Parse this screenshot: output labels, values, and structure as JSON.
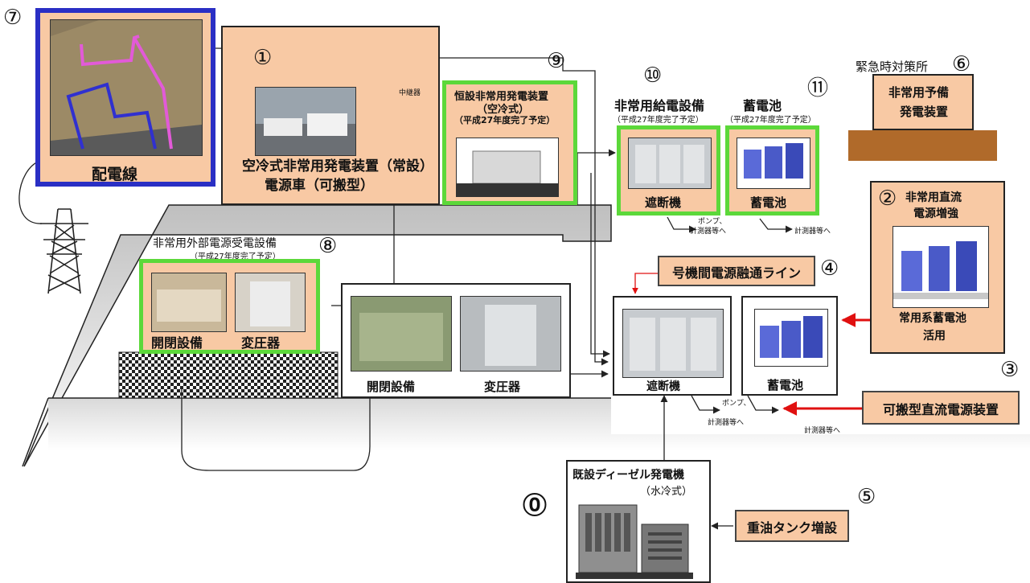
{
  "markers": {
    "n0": "⓪",
    "n1": "①",
    "n2": "②",
    "n3": "③",
    "n4": "④",
    "n5": "⑤",
    "n6": "⑥",
    "n7": "⑦",
    "n8": "⑧",
    "n9": "⑨",
    "n10": "⑩",
    "n11": "⑪"
  },
  "distribution_line": {
    "label": "配電線"
  },
  "relay": {
    "label": "中継器"
  },
  "aircooled_generator": {
    "line1": "空冷式非常用発電装置（常設）",
    "line2": "電源車（可搬型）"
  },
  "permanent_generator": {
    "line1": "恒設非常用発電装置",
    "line2": "（空冷式）",
    "line3": "（平成27年度完了予定）"
  },
  "emergency_power_supply": {
    "title": "非常用給電設備",
    "note": "（平成27年度完了予定）",
    "label": "遮断機"
  },
  "battery_top": {
    "title": "蓄電池",
    "note": "（平成27年度完了予定）",
    "label": "蓄電池"
  },
  "pump_note": {
    "line1": "ポンプ、",
    "line2": "計測器等へ",
    "meter": "計測器等へ"
  },
  "emergency_office": {
    "title": "緊急時対策所",
    "line1": "非常用予備",
    "line2": "発電装置"
  },
  "dc_power": {
    "title1": "非常用直流",
    "title2": "電源増強",
    "sub1": "常用系蓄電池",
    "sub2": "活用"
  },
  "external_power": {
    "title": "非常用外部電源受電設備",
    "note": "（平成27年度完了予定）",
    "switchgear": "開閉設備",
    "transformer": "変圧器"
  },
  "main_substation": {
    "switchgear": "開閉設備",
    "transformer": "変圧器"
  },
  "interconnect": {
    "label": "号機間電源融通ライン"
  },
  "breaker_main": {
    "label": "遮断機"
  },
  "battery_main": {
    "label": "蓄電池"
  },
  "portable_dc": {
    "label": "可搬型直流電源装置"
  },
  "diesel": {
    "line1": "既設ディーゼル発電機",
    "line2": "（水冷式）"
  },
  "fuel_tank": {
    "label": "重油タンク増設"
  }
}
